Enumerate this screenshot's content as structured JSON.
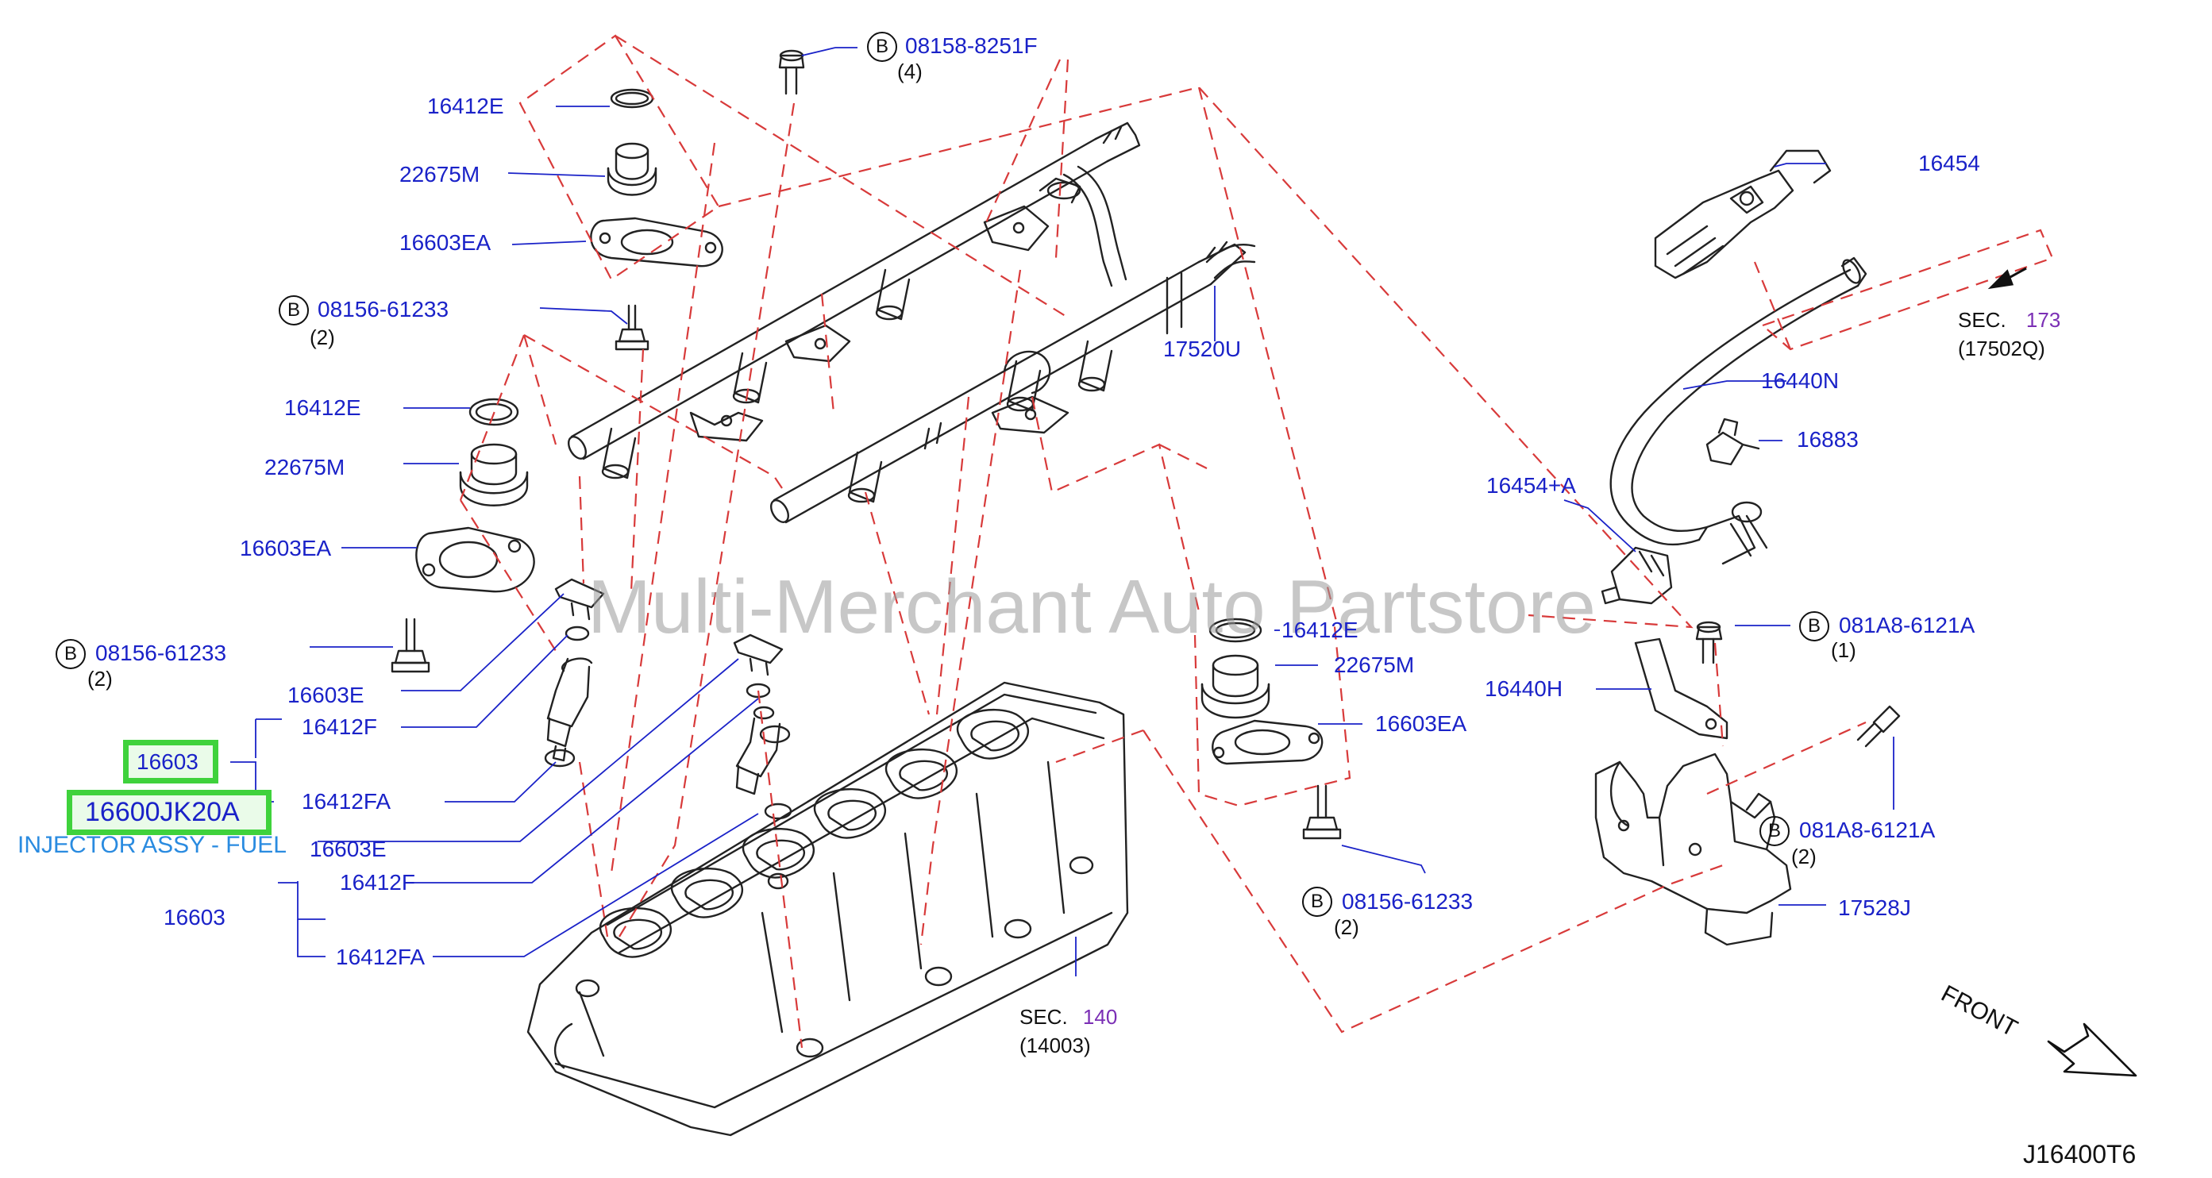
{
  "watermark": "Multi-Merchant Auto Partstore",
  "diagram_code": "J16400T6",
  "front_label": "FRONT",
  "highlight": {
    "part_ref": "16603",
    "part_number": "16600JK20A",
    "description": "INJECTOR ASSY - FUEL"
  },
  "bolt_symbol": "B",
  "labels": {
    "l1": "16412E",
    "l2": "22675M",
    "l3": "16603EA",
    "l4": "08156-61233",
    "l5": "(2)",
    "l6": "16412E",
    "l7": "22675M",
    "l8": "16603EA",
    "l9": "08156-61233",
    "l10": "(2)",
    "l11": "16603E",
    "l12": "16412F",
    "l13": "16412FA",
    "l14": "16603E",
    "l15": "16603",
    "l16": "16412F",
    "l17": "16412FA",
    "l18": "08158-8251F",
    "l19": "(4)",
    "l20": "17520U",
    "l21": "16412E",
    "l22": "22675M",
    "l23": "16603EA",
    "l24": "08156-61233",
    "l25": "(2)",
    "l26": "16454",
    "l27": "16440N",
    "l28": "16883",
    "l29": "16454+A",
    "l30": "081A8-6121A",
    "l31": "(1)",
    "l32": "16440H",
    "l33": "081A8-6121A",
    "l34": "(2)",
    "l35": "17528J"
  },
  "sections": {
    "s1": {
      "prefix": "SEC.",
      "num": "173",
      "ref": "(17502Q)"
    },
    "s2": {
      "prefix": "SEC.",
      "num": "140",
      "ref": "(14003)"
    }
  }
}
